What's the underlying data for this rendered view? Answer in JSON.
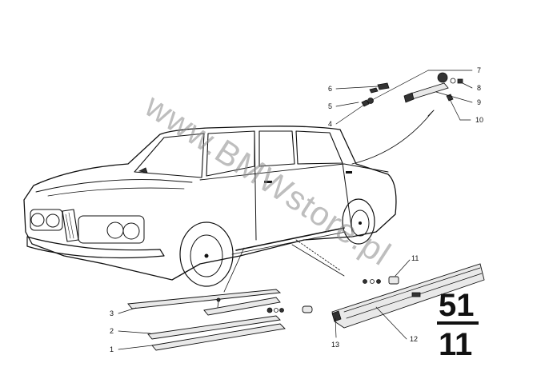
{
  "watermark": "www.BMWstore.pl",
  "callouts": {
    "c1": "1",
    "c2": "2",
    "c3": "3",
    "c4": "4",
    "c5": "5",
    "c6": "6",
    "c7": "7",
    "c8": "8",
    "c9": "9",
    "c10": "10",
    "c11": "11",
    "c12": "12",
    "c13": "13"
  },
  "section": {
    "group": "51",
    "sub": "11"
  }
}
